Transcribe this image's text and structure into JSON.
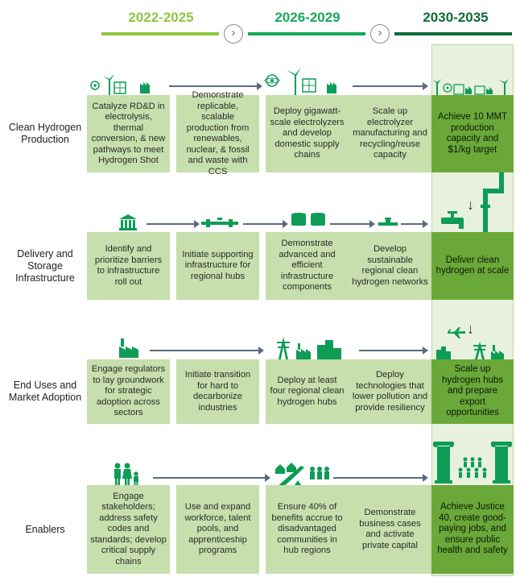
{
  "phases": [
    {
      "label": "2022-2025",
      "color": "#8dc63f"
    },
    {
      "label": "2026-2029",
      "color": "#14a85a"
    },
    {
      "label": "2030-2035",
      "color": "#0e6b35"
    }
  ],
  "rows": [
    {
      "label": "Clean Hydrogen Production",
      "cells": [
        "Catalyze RD&D in electrolysis, thermal conversion, & new pathways to meet Hydrogen Shot",
        "Demonstrate replicable, scalable production from renewables, nuclear, & fossil and waste with CCS",
        "Deploy gigawatt-scale electrolyzers and develop domestic supply chains",
        "Scale up electrolyzer manufacturing and recycling/reuse capacity",
        "Achieve 10 MMT production capacity and $1/kg target"
      ]
    },
    {
      "label": "Delivery and Storage Infrastructure",
      "cells": [
        "Identify and prioritize barriers to infrastructure roll out",
        "Initiate supporting infrastructure for regional hubs",
        "Demonstrate advanced and efficient infrastructure components",
        "Develop sustainable regional clean hydrogen networks",
        "Deliver clean hydrogen at scale"
      ]
    },
    {
      "label": "End Uses and Market Adoption",
      "cells": [
        "Engage regulators to lay groundwork for strategic adoption across sectors",
        "Initiate transition for hard to decarbonize industries",
        "Deploy at least four regional clean hydrogen hubs",
        "Deploy technologies that lower pollution and provide resiliency",
        "Scale up hydrogen hubs and prepare export opportunities"
      ]
    },
    {
      "label": "Enablers",
      "cells": [
        "Engage stakeholders; address safety codes and standards; develop critical supply chains",
        "Use and expand workforce, talent pools, and apprenticeship programs",
        "Ensure 40% of benefits accrue to disadvantaged communities in hub regions",
        "Demonstrate business cases and activate private capital",
        "Achieve Justice 40, create good-paying jobs, and ensure public health and safety"
      ]
    }
  ],
  "colors": {
    "box": "#c6dfac",
    "final_box": "#6aa83a",
    "icon": "#0e9c57",
    "final_column_bg": "#e8f1de"
  }
}
